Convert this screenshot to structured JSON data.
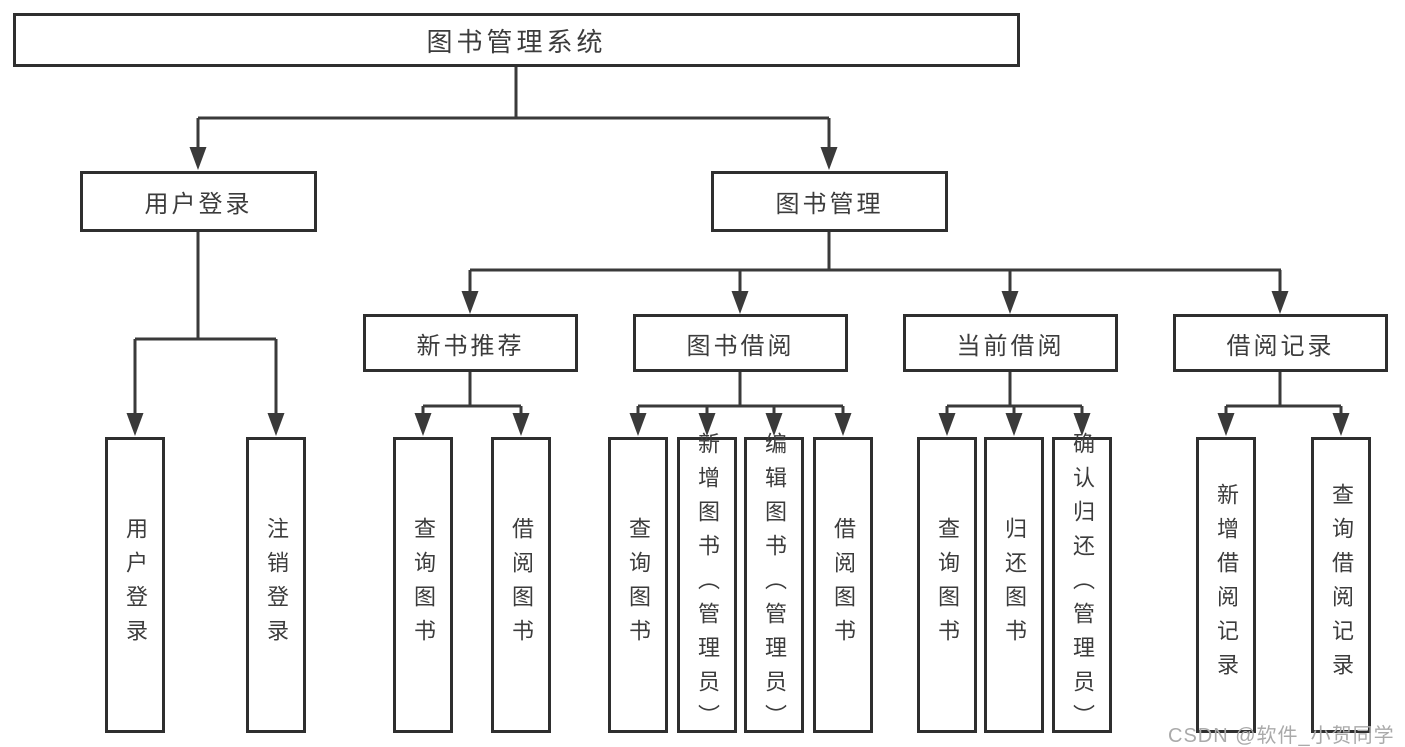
{
  "diagram_title": "图书管理系统",
  "watermark": "CSDN @软件_小贺同学",
  "colors": {
    "line": "#3a3a3a",
    "box_border": "#2f2f2f",
    "text": "#3c3c3c",
    "background": "#ffffff",
    "watermark": "#aaaaaa"
  },
  "tree": {
    "label": "图书管理系统",
    "children": [
      {
        "label": "用户登录",
        "children": [
          {
            "label": "用户登录"
          },
          {
            "label": "注销登录"
          }
        ]
      },
      {
        "label": "图书管理",
        "children": [
          {
            "label": "新书推荐",
            "children": [
              {
                "label": "查询图书"
              },
              {
                "label": "借阅图书"
              }
            ]
          },
          {
            "label": "图书借阅",
            "children": [
              {
                "label": "查询图书"
              },
              {
                "label": "新增图书（管理员）"
              },
              {
                "label": "编辑图书（管理员）"
              },
              {
                "label": "借阅图书"
              }
            ]
          },
          {
            "label": "当前借阅",
            "children": [
              {
                "label": "查询图书"
              },
              {
                "label": "归还图书"
              },
              {
                "label": "确认归还（管理员）"
              }
            ]
          },
          {
            "label": "借阅记录",
            "children": [
              {
                "label": "新增借阅记录"
              },
              {
                "label": "查询借阅记录"
              }
            ]
          }
        ]
      }
    ]
  }
}
